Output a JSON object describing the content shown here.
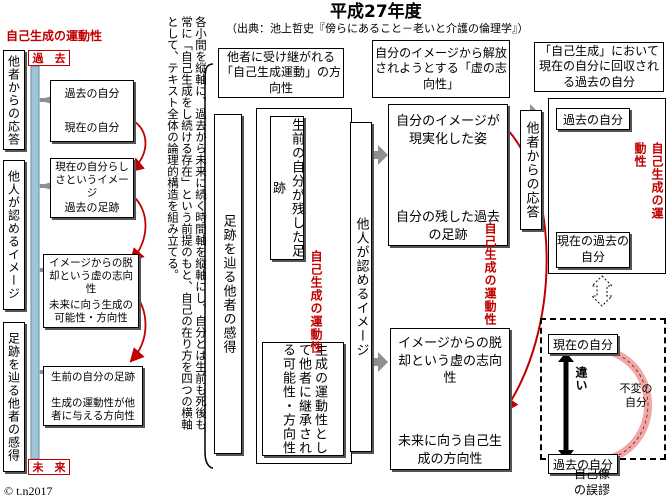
{
  "header": {
    "title": "平成27年度",
    "source": "（出典：池上哲史『傍らにあること－老いと介護の倫理学』）"
  },
  "left": {
    "title": "自己生成の運動性",
    "past_label": "過　去",
    "future_label": "未　来",
    "side": [
      "他者からの応答",
      "他人が認めるイメージ",
      "足跡を辿る他者の感得"
    ],
    "g1": [
      "過去の自分",
      "現在の自分"
    ],
    "g2": [
      "現在の自分らしさというイメージ",
      "過去の足跡"
    ],
    "g3": [
      "イメージからの脱却という虚の志向性",
      "未来に向う生成の可能性・方向性"
    ],
    "g4": [
      "生前の自分の足跡",
      "生成の運動性が他者に与える方向性"
    ]
  },
  "explain": "各小間を縦軸に、過去から未来に続く時間軸を縦軸にし、自分とは生前も死後も常に「自己生成をし続ける存在」という前提のもと、自己の在り方を四つの横軸として、テキスト全体の論理的構造を組み立てる。",
  "col1": {
    "header": "他者に受け継がれる「自己生成運動」の方向性",
    "side": "足跡を辿る他者の感得",
    "upper": "生前の自分が残した足跡",
    "lower": "生成の運動性として他者に継承される可能性・方向性",
    "red": "自己生成の運動性"
  },
  "col2": {
    "side": "他人が認めるイメージ",
    "header": "自分のイメージから解放されようとする「虚の志向性」",
    "upper_top": "自分のイメージが現実化した姿",
    "upper_bottom": "自分の残した過去の足跡",
    "lower_top": "イメージからの脱却という虚の志向性",
    "lower_bottom": "未来に向う自己生成の方向性",
    "red": "自己生成の運動性"
  },
  "col3": {
    "header": "「自己生成」において現在の自分に回収される過去の自分",
    "side": "他者からの応答",
    "top": "過去の自分",
    "bottom": "現在の過去の自分",
    "red": "自己生成の運動性"
  },
  "error_box": {
    "top": "現在の自分",
    "bottom": "過去の自分",
    "diff": "違い",
    "same": "不変の自分",
    "caption": "自己像の誤謬"
  },
  "copyright": "© t.n2017",
  "colors": {
    "arrow_blue": "#33bbee",
    "red": "#c00000",
    "grey_arrow": "#888888",
    "pink": "#f4a5a5"
  }
}
